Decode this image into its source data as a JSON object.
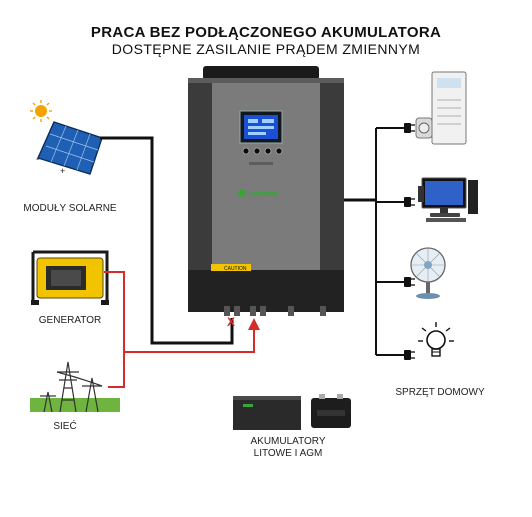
{
  "title": {
    "line1": "PRACA BEZ PODŁĄCZONEGO AKUMULATORA",
    "line2": "DOSTĘPNE ZASILANIE PRĄDEM ZMIENNYM"
  },
  "sources": {
    "solar": "MODUŁY SOLARNE",
    "generator": "GENERATOR",
    "grid": "SIEĆ"
  },
  "battery": {
    "line1": "AKUMULATORY",
    "line2": "LITOWE I AGM"
  },
  "loads": {
    "label": "SPRZĘT DOMOWY"
  },
  "inverter": {
    "brand": "Innowatt",
    "warning": "CAUTION"
  },
  "markers": {
    "disconnected": "X"
  },
  "colors": {
    "dc_line": "#111111",
    "ac_line": "#d52b2b",
    "inverter_body": "#7b7b7b",
    "inverter_side": "#3b3b3b",
    "inverter_base": "#222222"
  },
  "icons": [
    "sun-icon",
    "solar-panel-icon",
    "generator-icon",
    "power-pylon-icon",
    "battery-icon",
    "air-conditioner-icon",
    "computer-icon",
    "fan-icon",
    "light-bulb-icon",
    "plug-icon"
  ]
}
